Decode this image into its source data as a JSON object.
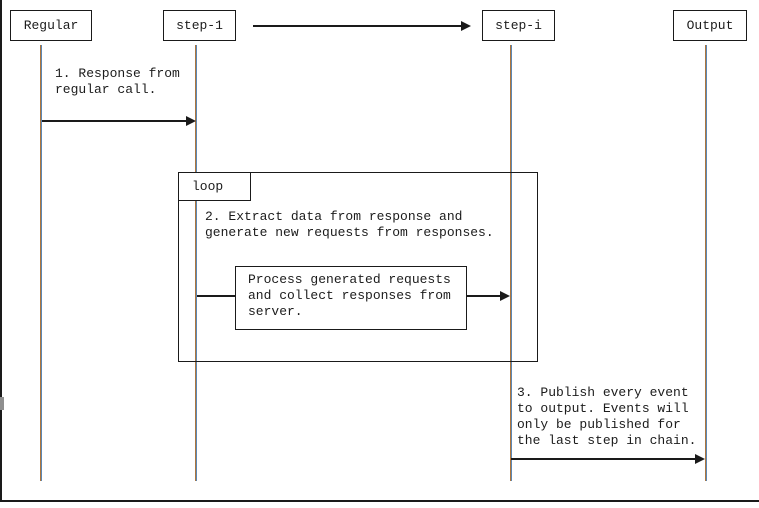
{
  "diagram": {
    "participants": [
      {
        "label": "Regular"
      },
      {
        "label": "step-1"
      },
      {
        "label": "step-i"
      },
      {
        "label": "Output"
      }
    ],
    "loop": {
      "label": "loop"
    },
    "messages": {
      "msg1": "1. Response from\nregular call.",
      "msg2": "2. Extract data from response and\ngenerate new requests from responses.",
      "process": "Process generated requests\nand collect responses from\nserver.",
      "msg3": "3. Publish every event\nto output. Events will\nonly be published for\nthe last step in chain."
    },
    "colors": {
      "line": "#1a1a1a",
      "text": "#1c1c1c",
      "background": "#ffffff",
      "lifeline_left": "#ad763f",
      "lifeline_right": "#5d87b3"
    }
  }
}
